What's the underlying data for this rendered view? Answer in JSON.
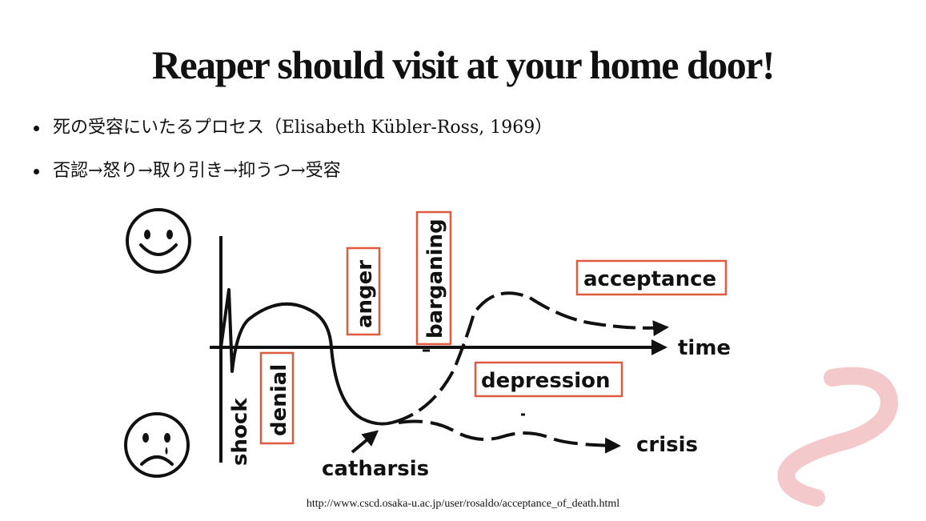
{
  "slide": {
    "title": "Reaper should visit at your home door!",
    "bullets": [
      "死の受容にいたるプロセス（Elisabeth Kübler-Ross, 1969）",
      "否認→怒り→取り引き→抑うつ→受容"
    ],
    "source_url": "http://www.cscd.osaka-u.ac.jp/user/rosaldo/acceptance_of_death.html"
  },
  "diagram": {
    "labels": {
      "shock": "shock",
      "denial": "denial",
      "anger": "anger",
      "barganing": "barganing",
      "acceptance": "acceptance",
      "depression": "depression",
      "catharsis": "catharsis",
      "crisis": "crisis",
      "time": "time"
    },
    "icons": [
      "happy-face-icon",
      "sad-face-icon"
    ],
    "colors": {
      "box": "#e05a40",
      "ink": "#111111",
      "decoration": "#f3c9cc"
    }
  }
}
